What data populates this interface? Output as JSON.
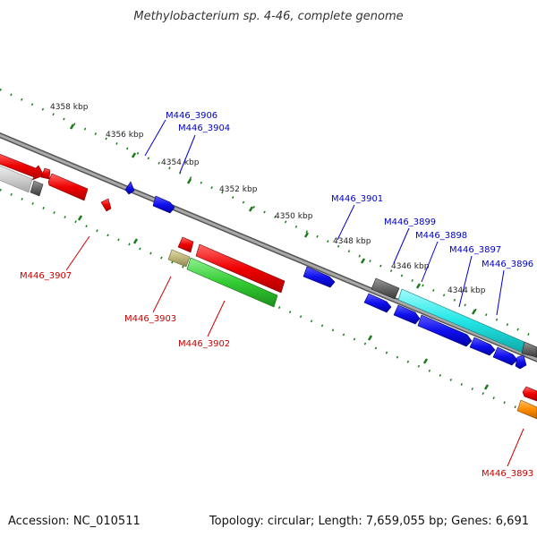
{
  "title": "Methylobacterium sp. 4-46, complete genome",
  "footer": {
    "accession": "Accession: NC_010511",
    "topology": "Topology: circular; Length: 7,659,055 bp; Genes: 6,691"
  },
  "colors": {
    "forward_label": "#0000cc",
    "reverse_label": "#cc0000",
    "tick": "#1a7a1a",
    "backbone": "#888888"
  },
  "scale_labels": [
    "4358 kbp",
    "4356 kbp",
    "4354 kbp",
    "4352 kbp",
    "4350 kbp",
    "4348 kbp",
    "4346 kbp",
    "4344 kbp"
  ],
  "gene_labels": [
    {
      "id": "3906",
      "text": "M446_3906",
      "strand": "forward"
    },
    {
      "id": "3904",
      "text": "M446_3904",
      "strand": "forward"
    },
    {
      "id": "3901",
      "text": "M446_3901",
      "strand": "forward"
    },
    {
      "id": "3899",
      "text": "M446_3899",
      "strand": "forward"
    },
    {
      "id": "3898",
      "text": "M446_3898",
      "strand": "forward"
    },
    {
      "id": "3897",
      "text": "M446_3897",
      "strand": "forward"
    },
    {
      "id": "3896",
      "text": "M446_3896",
      "strand": "forward"
    },
    {
      "id": "3907",
      "text": "M446_3907",
      "strand": "reverse"
    },
    {
      "id": "3903",
      "text": "M446_3903",
      "strand": "reverse"
    },
    {
      "id": "3902",
      "text": "M446_3902",
      "strand": "reverse"
    },
    {
      "id": "3893",
      "text": "M446_3893",
      "strand": "reverse"
    }
  ]
}
